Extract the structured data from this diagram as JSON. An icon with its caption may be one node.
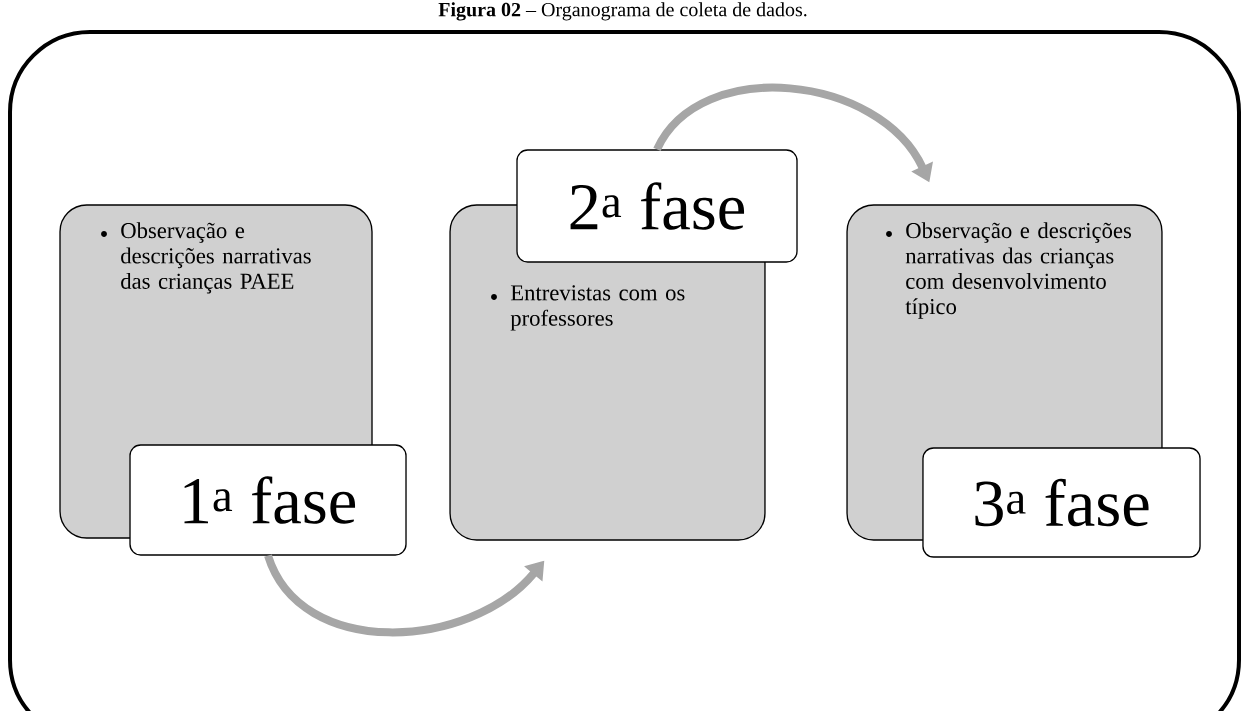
{
  "diagram": {
    "title": "**Figura 02** – Organograma de coleta de dados.",
    "nodes": [
      {
        "text": [
          "Observação e descrições narrativas das crianças PAEE"
        ]
      },
      {
        "text": [
          "1$^{a}$ fase"
        ]
      },
      {
        "text": [
          "Entrevistas com os professores"
        ]
      },
      {
        "text": [
          "2$^{a}$ fase"
        ]
      },
      {
        "text": [
          "Observação e descrições narrativas das crianças com desenvolvimento típico"
        ]
      },
      {
        "text": [
          "3$^{a}$ fase"
        ]
      }
    ],
    "edges": [
      {
        "from": 1,
        "to": 2,
        "arrow": "to"
      },
      {
        "from": 3,
        "to": 4,
        "arrow": "to"
      }
    ]
  }
}
